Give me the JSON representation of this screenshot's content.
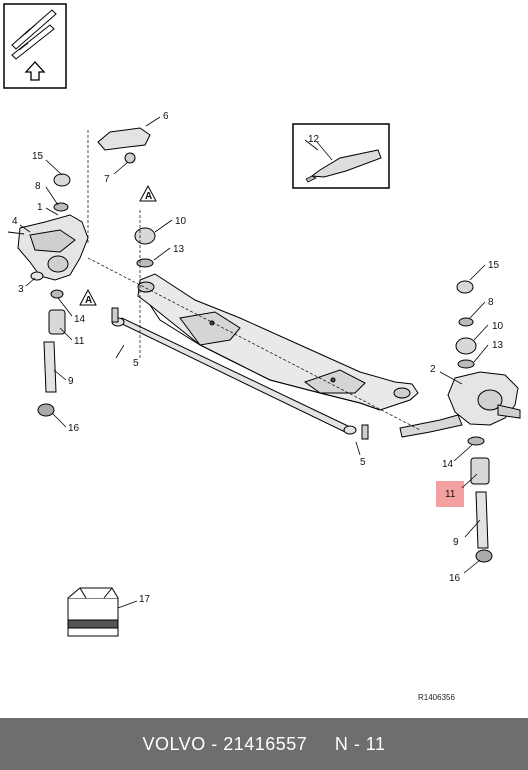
{
  "diagram": {
    "reference_code": "R1406356",
    "highlighted_part": "11",
    "highlight_color": "#f4a0a0",
    "callouts": {
      "c1": "1",
      "c2": "2",
      "c3": "3",
      "c4": "4",
      "c5a": "5",
      "c5b": "5",
      "c6": "6",
      "c7": "7",
      "c8a": "8",
      "c8b": "8",
      "c9a": "9",
      "c9b": "9",
      "c10a": "10",
      "c10b": "10",
      "c11a": "11",
      "c11b": "11",
      "c12": "12",
      "c13a": "13",
      "c13b": "13",
      "c14a": "14",
      "c14b": "14",
      "c15a": "15",
      "c15b": "15",
      "c16a": "16",
      "c16b": "16",
      "c17": "17",
      "markA1": "A",
      "markA2": "A"
    }
  },
  "footer": {
    "brand": "VOLVO",
    "separator": " - ",
    "part_number": "21416557",
    "page": "N - 11"
  }
}
